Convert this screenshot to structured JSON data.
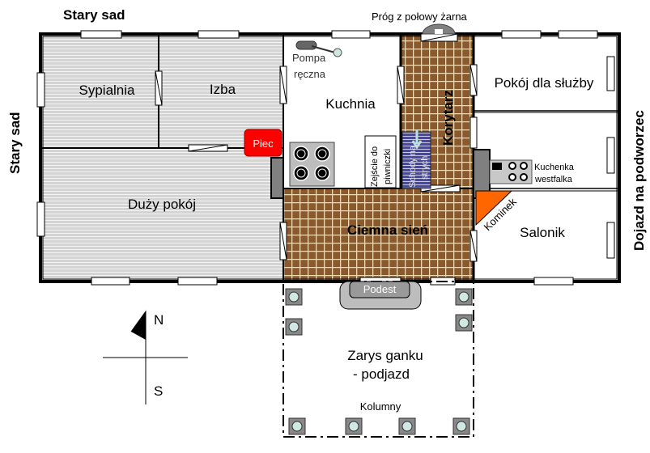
{
  "outside": {
    "top_left": "Stary sad",
    "left": "Stary sad",
    "right": "Dojazd na podworzec",
    "threshold": "Próg  z połowy żarna"
  },
  "rooms": {
    "sypialnia": "Sypialnia",
    "izba": "Izba",
    "duzy_pokoj": "Duży pokój",
    "kuchnia": "Kuchnia",
    "korytarz": "Korytarz",
    "ciemna_sien": "Ciemna sień",
    "pokoj_sluzby": "Pokój dla służby",
    "salonik": "Salonik"
  },
  "fixtures": {
    "pompa_line1": "Pompa",
    "pompa_line2": "ręczna",
    "piec": "Piec",
    "zejscie_line1": "Zejście do",
    "zejscie_line2": "piwniczki",
    "schody_line1": "Schody na",
    "schody_line2": "strych",
    "kuchenka_line1": "Kuchenka",
    "kuchenka_line2": "westfalka",
    "kominek": "Kominek",
    "podest": "Podest"
  },
  "porch": {
    "title_line1": "Zarys ganku",
    "title_line2": "- podjazd",
    "columns": "Kolumny"
  },
  "compass": {
    "north": "N",
    "south": "S"
  },
  "colors": {
    "stove_red": "#ff0000",
    "fireplace": "#ff6600",
    "stairs": "#5a5aa0",
    "floor_brown": "#8a5a2e"
  }
}
